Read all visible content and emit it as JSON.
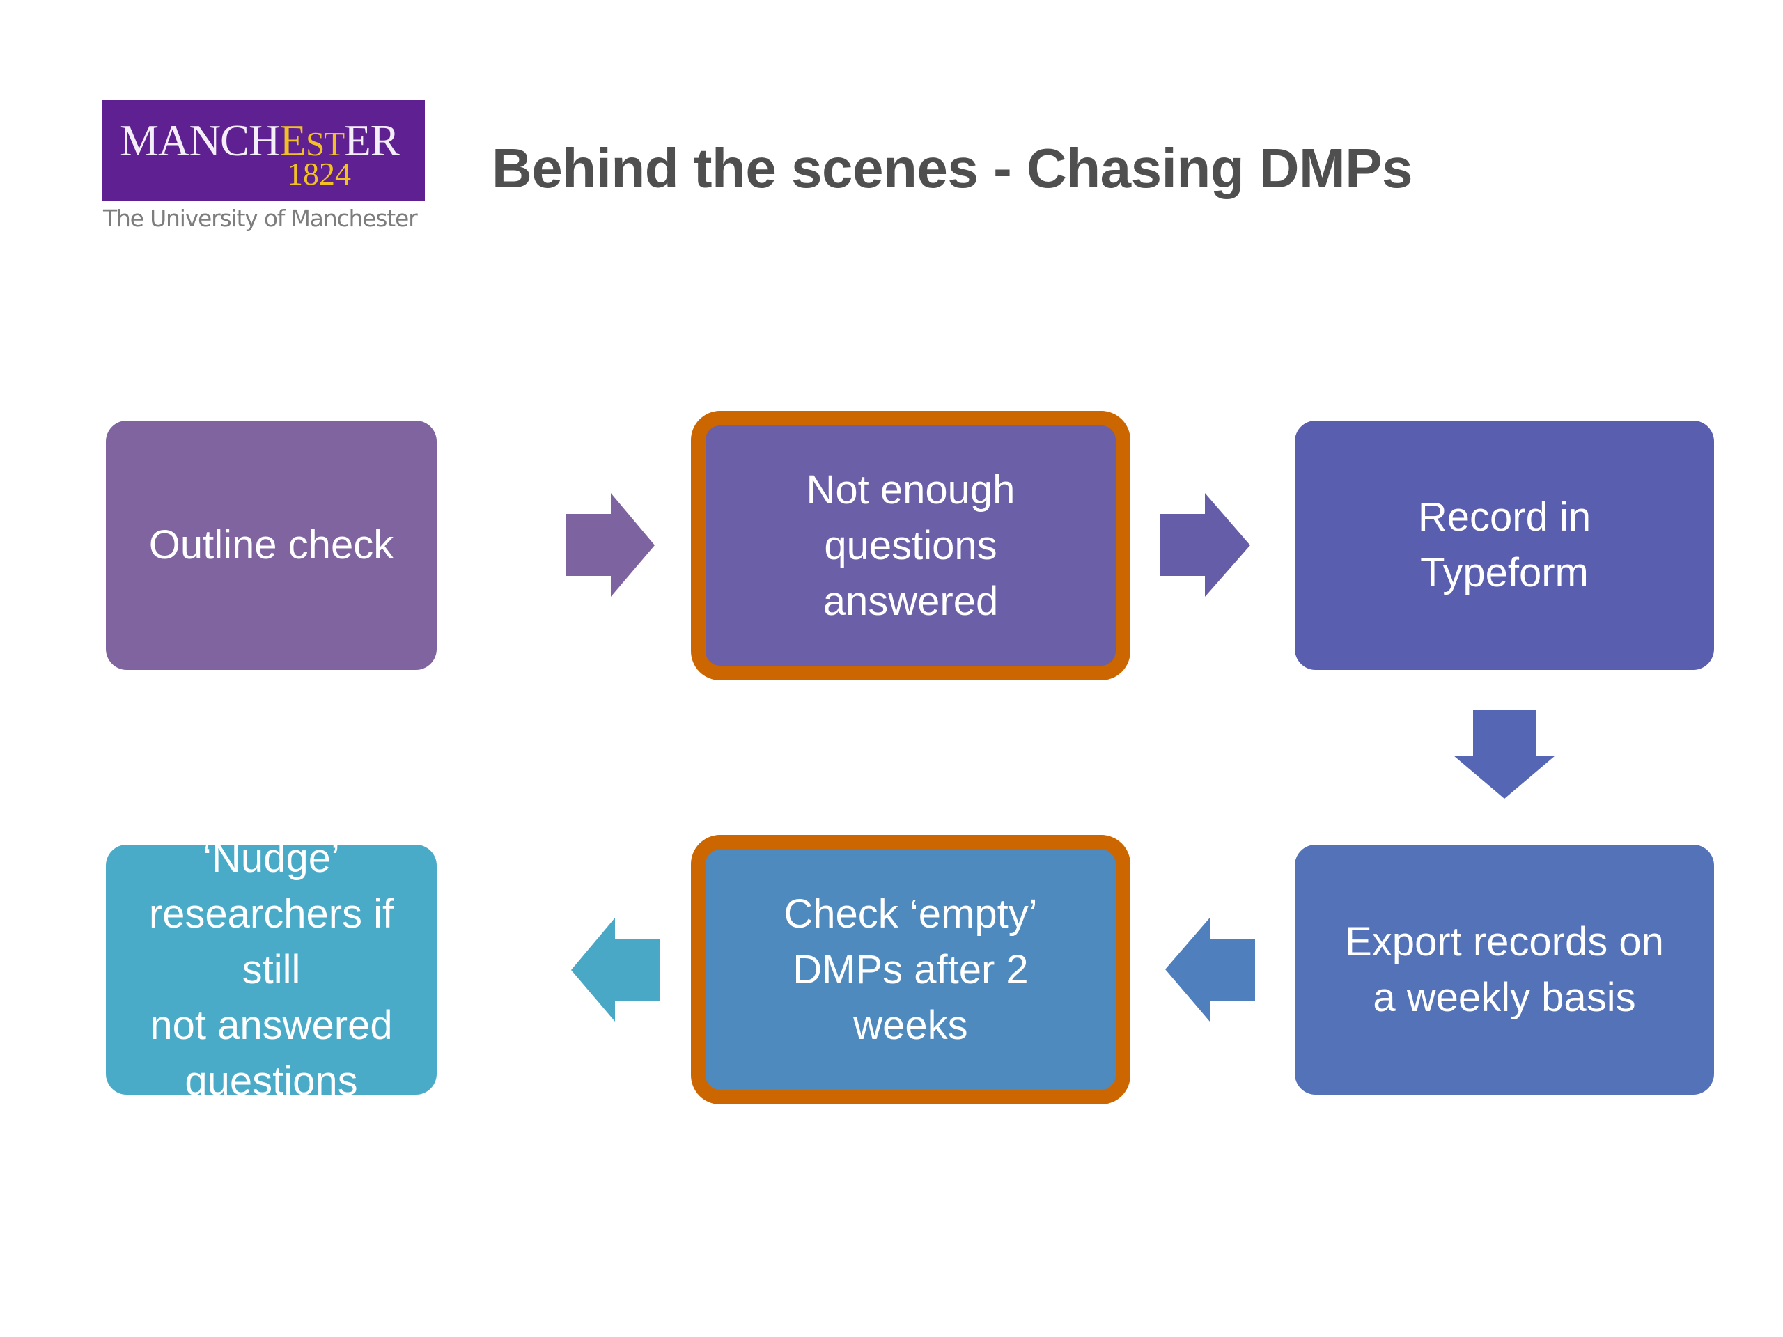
{
  "logo": {
    "wordmark_parts": [
      "MANCH",
      "E",
      "S",
      "T",
      "ER"
    ],
    "year": "1824",
    "subtitle": "The University of Manchester",
    "colors": {
      "background": "#5F2191",
      "gold": "#F2C224",
      "text": "#F4EEF8"
    }
  },
  "title": "Behind the scenes - Chasing DMPs",
  "flow": {
    "steps": [
      {
        "id": "outline-check",
        "lines": [
          "Outline check"
        ],
        "color": "#7F64A0",
        "highlighted": false
      },
      {
        "id": "not-enough-questions",
        "lines": [
          "Not enough",
          "questions",
          "answered"
        ],
        "color": "#6B5FA8",
        "highlighted": true
      },
      {
        "id": "record-in-typeform",
        "lines": [
          "Record in",
          "Typeform"
        ],
        "color": "#5A5EAE",
        "highlighted": false
      },
      {
        "id": "export-records",
        "lines": [
          "Export records on",
          "a weekly basis"
        ],
        "color": "#5372B8",
        "highlighted": false
      },
      {
        "id": "check-empty-dmps",
        "lines": [
          "Check ‘empty’",
          "DMPs after 2",
          "weeks"
        ],
        "color": "#4E8ABE",
        "highlighted": true
      },
      {
        "id": "nudge-researchers",
        "lines": [
          "‘Nudge’",
          "researchers if still",
          "not answered",
          "questions"
        ],
        "color": "#4AABC8",
        "highlighted": false
      }
    ],
    "connectors": [
      {
        "from": "outline-check",
        "to": "not-enough-questions",
        "direction": "right",
        "color": "#7E63A1"
      },
      {
        "from": "not-enough-questions",
        "to": "record-in-typeform",
        "direction": "right",
        "color": "#665DA9"
      },
      {
        "from": "record-in-typeform",
        "to": "export-records",
        "direction": "down",
        "color": "#5566B4"
      },
      {
        "from": "export-records",
        "to": "check-empty-dmps",
        "direction": "left",
        "color": "#4F7FBC"
      },
      {
        "from": "check-empty-dmps",
        "to": "nudge-researchers",
        "direction": "left",
        "color": "#48A8C6"
      }
    ],
    "highlight_border_color": "#CC6600"
  }
}
